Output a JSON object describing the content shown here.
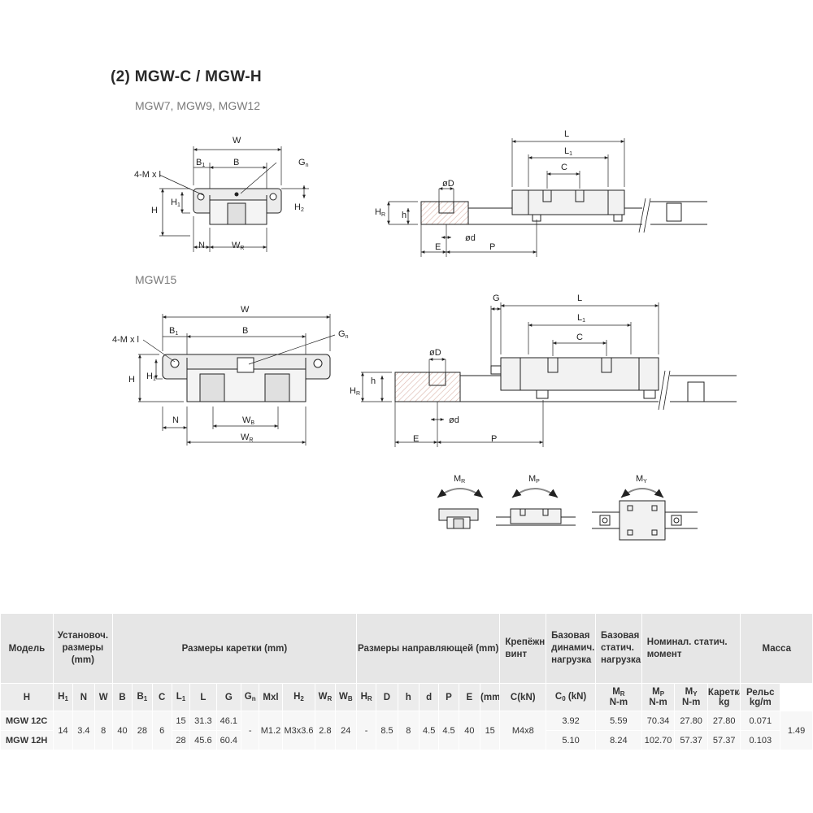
{
  "title": "(2) MGW-C / MGW-H",
  "sections": {
    "small": "MGW7, MGW9, MGW12",
    "large": "MGW15"
  },
  "labels": {
    "w": "W",
    "b": "B",
    "b1": "B",
    "b1_sub": "1",
    "gn": "G",
    "gn_sub": "n",
    "mxl": "4-M x l",
    "h": "H",
    "h1": "H",
    "h1_sub": "1",
    "h2": "H",
    "h2_sub": "2",
    "n": "N",
    "wr": "W",
    "wr_sub": "R",
    "wb": "W",
    "wb_sub": "B",
    "l": "L",
    "l1": "L",
    "l1_sub": "1",
    "c": "C",
    "d_big": "øD",
    "d_small": "ød",
    "hr": "H",
    "hr_sub": "R",
    "hh": "h",
    "e": "E",
    "p": "P",
    "g": "G",
    "mr": "M",
    "mr_sub": "R",
    "mp": "M",
    "mp_sub": "P",
    "my": "M",
    "my_sub": "Y"
  },
  "table": {
    "head": {
      "model": "Модель",
      "install": "Установоч. размеры (mm)",
      "carriage": "Размеры каретки (mm)",
      "rail": "Размеры направляющей (mm)",
      "bolt": "Крепёжн. винт",
      "dyn": "Базовая динамич. нагрузка",
      "stat": "Базовая статич. нагрузка",
      "moment": "Номинал. статич. момент",
      "mass": "Масса",
      "carriage_mass": "Каретка",
      "rail_mass": "Рельс",
      "mr": "M",
      "mr_sub": "R",
      "mp": "M",
      "mp_sub": "P",
      "my": "M",
      "my_sub": "Y"
    },
    "sub": {
      "H": "H",
      "H1": "H",
      "H1_sub": "1",
      "N": "N",
      "W": "W",
      "B": "B",
      "B1": "B",
      "B1_sub": "1",
      "C": "C",
      "L1": "L",
      "L1_sub": "1",
      "L": "L",
      "G": "G",
      "Gn": "G",
      "Gn_sub": "n",
      "Mxl": "Mxl",
      "H2": "H",
      "H2_sub": "2",
      "WR": "W",
      "WR_sub": "R",
      "WB": "W",
      "WB_sub": "B",
      "HR": "H",
      "HR_sub": "R",
      "D": "D",
      "h": "h",
      "d": "d",
      "P": "P",
      "E": "E",
      "bolt_unit": "(mm)",
      "dyn_unit": "C(kN)",
      "stat_unit": "C",
      "stat_unit_sub": "0",
      "stat_unit_tail": " (kN)",
      "nm1": "N-m",
      "nm2": "N-m",
      "nm3": "N-m",
      "kg": "kg",
      "kgm": "kg/m"
    },
    "shared": {
      "H": "14",
      "H1": "3.4",
      "N": "8",
      "W": "40",
      "B": "28",
      "B1": "6",
      "G": "-",
      "Gn": "M1.2",
      "Mxl": "M3x3.6",
      "H2": "2.8",
      "WR": "24",
      "WB": "-",
      "HR": "8.5",
      "D": "8",
      "h": "4.5",
      "d": "4.5",
      "P": "40",
      "E": "15",
      "bolt": "M4x8",
      "rail_mass": "1.49"
    },
    "rows": [
      {
        "model": "MGW 12C",
        "C": "15",
        "L1": "31.3",
        "L": "46.1",
        "dyn": "3.92",
        "stat": "5.59",
        "mr": "70.34",
        "mp": "27.80",
        "my": "27.80",
        "mass": "0.071"
      },
      {
        "model": "MGW 12H",
        "C": "28",
        "L1": "45.6",
        "L": "60.4",
        "dyn": "5.10",
        "stat": "8.24",
        "mr": "102.70",
        "mp": "57.37",
        "my": "57.37",
        "mass": "0.103"
      }
    ]
  }
}
